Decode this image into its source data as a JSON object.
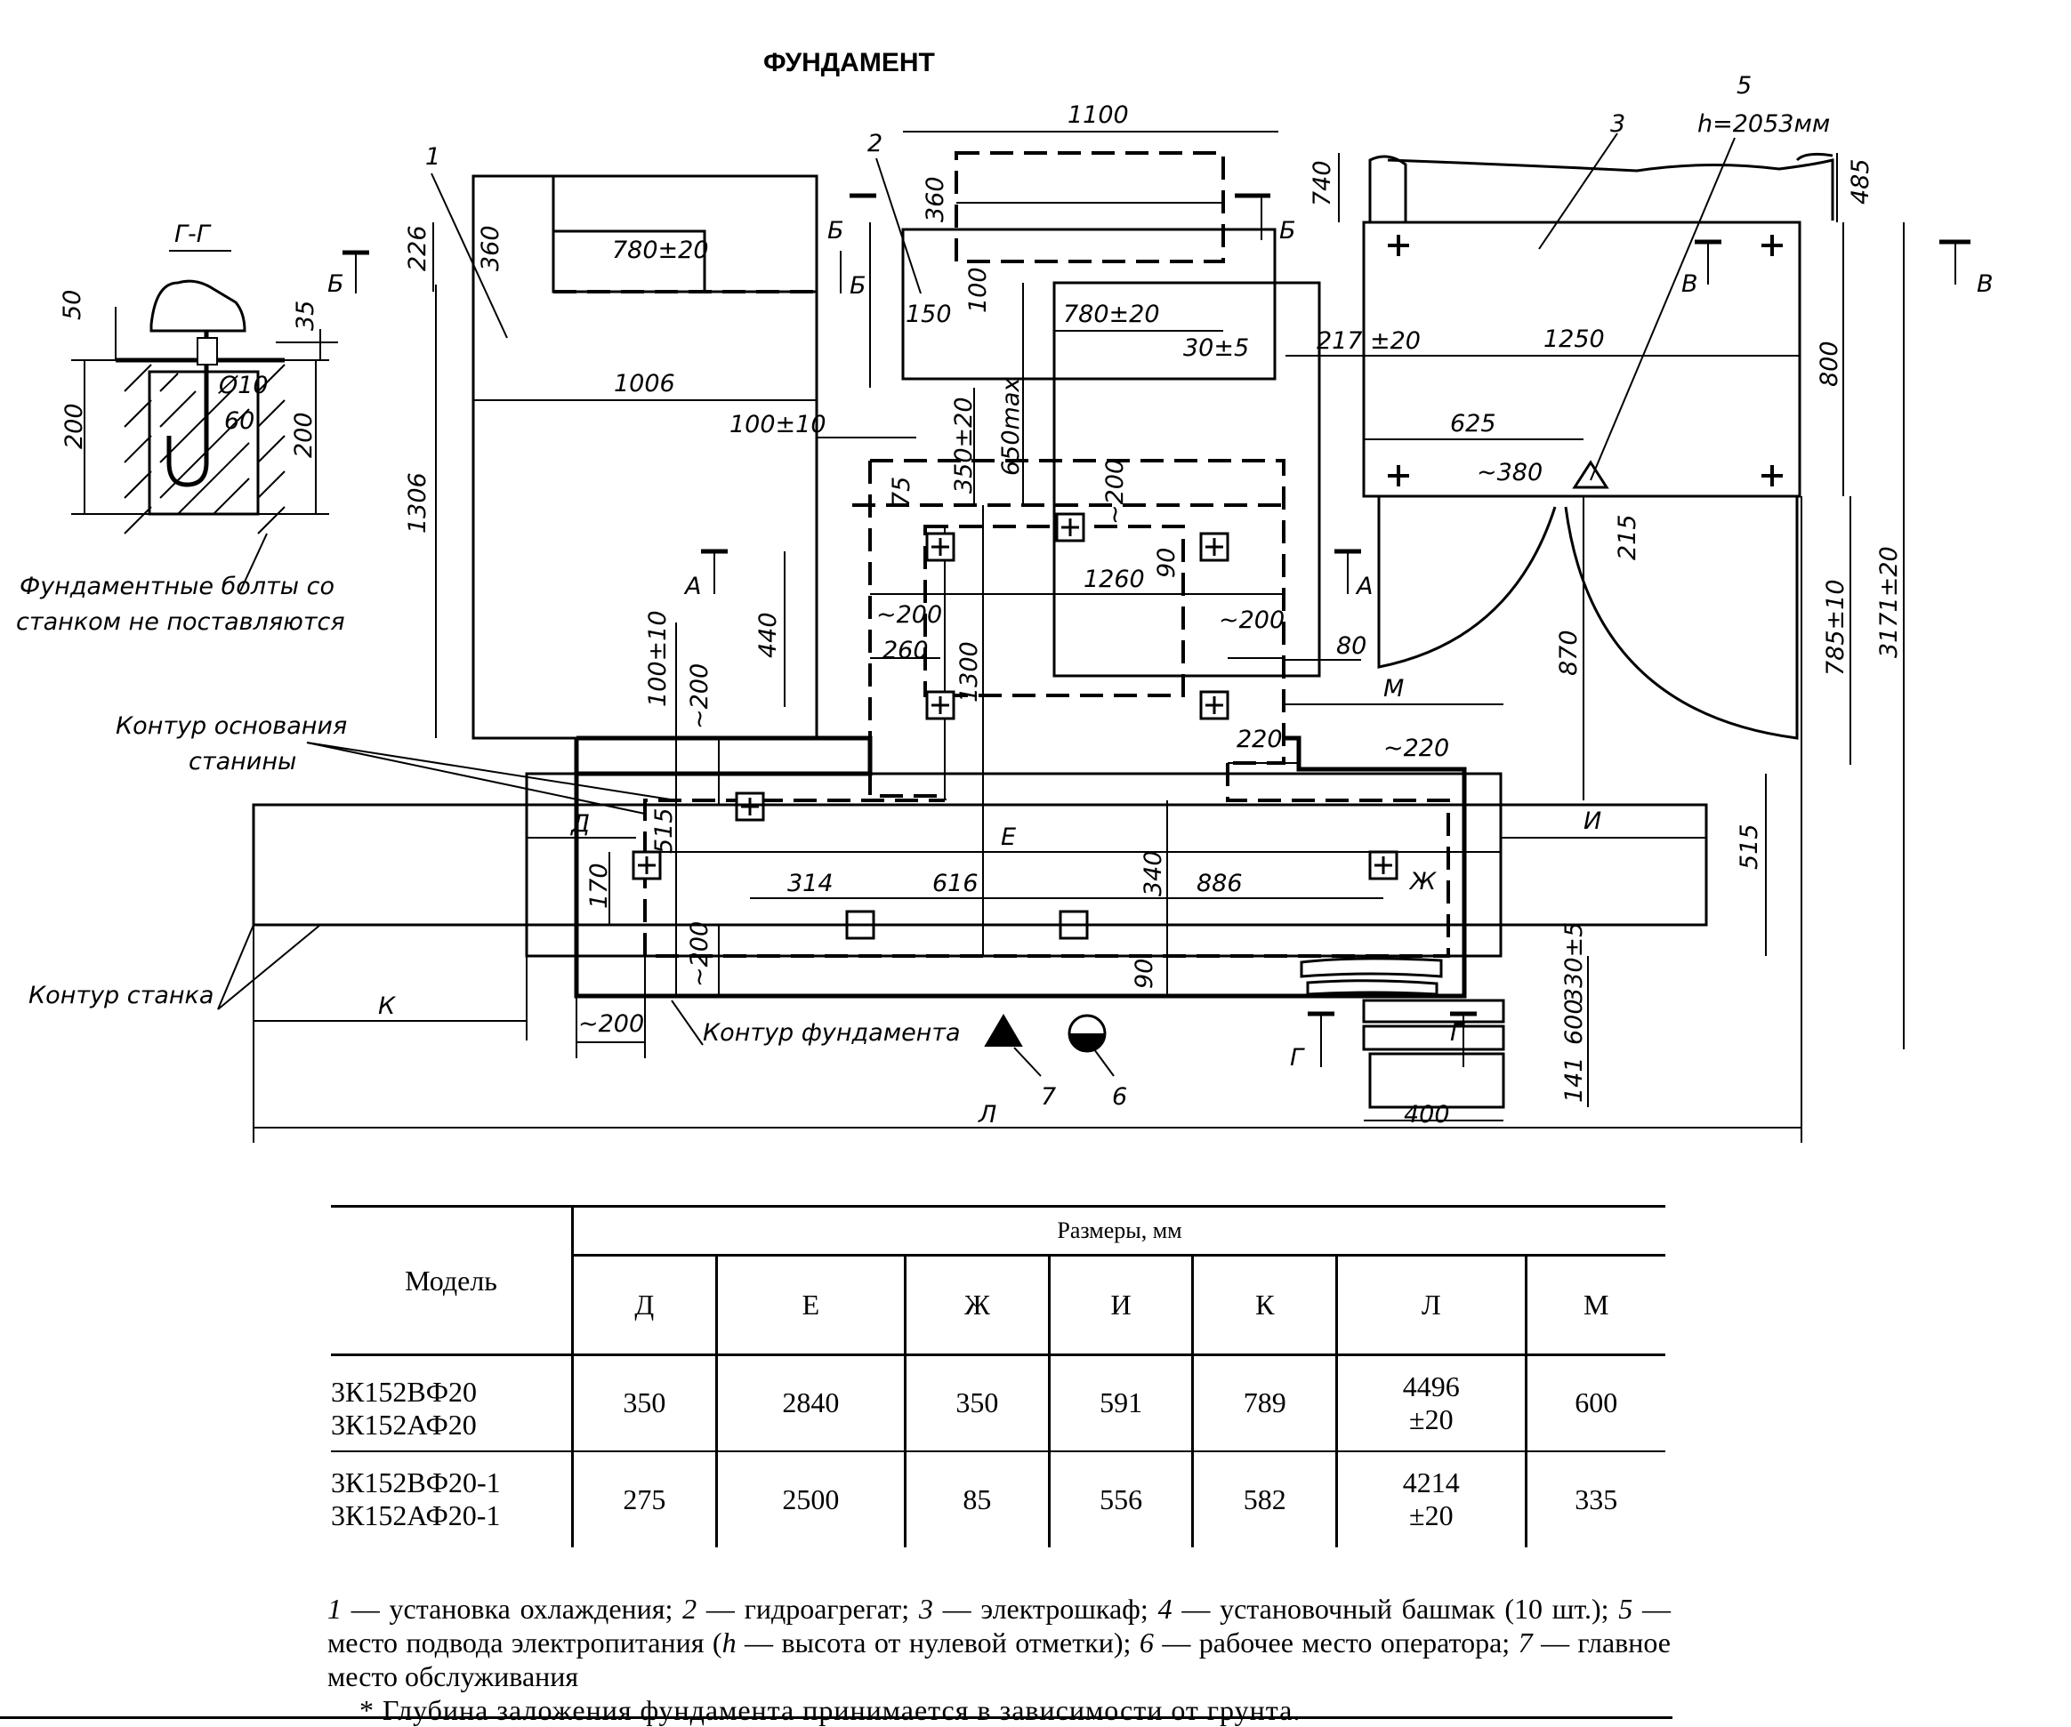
{
  "title": "ФУНДАМЕНТ",
  "section_label": "Г-Г",
  "section_labels": {
    "b": "Б",
    "g": "Г",
    "a": "А",
    "v": "В"
  },
  "item_numbers": [
    "1",
    "2",
    "3",
    "5",
    "6",
    "7"
  ],
  "power_height": "h=2053мм",
  "notes": {
    "bolts_line1": "Фундаментные болты со",
    "bolts_line2": "станком не поставляются",
    "base_contour_line1": "Контур основания",
    "base_contour_line2": "станины",
    "machine_contour": "Контур станка",
    "foundation_contour": "Контур фундамента"
  },
  "dimensions": {
    "d1100": "1100",
    "d360a": "360",
    "d360b": "360",
    "d226": "226",
    "d780a": "780±20",
    "d780b": "780±20",
    "d1006": "1006",
    "d1306": "1306",
    "d150": "150",
    "d100": "100",
    "d30": "30±5",
    "d217": "217",
    "d20": "±20",
    "d1250": "1250",
    "d800": "800",
    "d740": "740",
    "d485": "485",
    "d625": "625",
    "d380": "~380",
    "d215": "215",
    "d870": "870",
    "d785": "785±10",
    "d3171": "3171±20",
    "d100_10": "100±10",
    "d350_20": "350±20",
    "d650": "650max",
    "d75": "75",
    "d200a": "~200",
    "d90a": "90",
    "d1260": "1260",
    "d440": "440",
    "d200b": "~200",
    "d260": "260",
    "d1300": "1300",
    "d200c": "~200",
    "d80": "80",
    "d100_10b": "100±10",
    "d200d": "~200",
    "d220": "220",
    "d220b": "~220",
    "d515a": "515",
    "d170": "170",
    "d314": "314",
    "d616": "616",
    "d340": "340",
    "d886": "886",
    "d515b": "515",
    "d200e": "~200",
    "d90b": "90",
    "d330": "330±5",
    "d600": "600",
    "d141": "141",
    "d400": "400",
    "d200f": "~200",
    "d50": "50",
    "d35": "35",
    "d200g": "200",
    "d200h": "200",
    "d10": "Ø10",
    "d60": "60"
  },
  "letters": {
    "D": "Д",
    "E": "Е",
    "Zh": "Ж",
    "I": "И",
    "K": "К",
    "L": "Л",
    "M": "М"
  },
  "table": {
    "model_header": "Модель",
    "sizes_header": "Размеры, мм",
    "columns": [
      "Д",
      "Е",
      "Ж",
      "И",
      "К",
      "Л",
      "М"
    ],
    "rows": [
      {
        "models": [
          "3К152ВФ20",
          "3К152АФ20"
        ],
        "values": [
          "350",
          "2840",
          "350",
          "591",
          "789",
          "4496",
          "600"
        ],
        "l_tol": "±20"
      },
      {
        "models": [
          "3К152ВФ20-1",
          "3К152АФ20-1"
        ],
        "values": [
          "275",
          "2500",
          "85",
          "556",
          "582",
          "4214",
          "335"
        ],
        "l_tol": "±20"
      }
    ]
  },
  "legend": {
    "n1": "1",
    "t1": " — установка охлаждения; ",
    "n2": "2",
    "t2": " — гидроагрегат; ",
    "n3": "3",
    "t3": " — электрошкаф; ",
    "n4": "4",
    "t4": " — установочный башмак (10 шт.); ",
    "n5": "5",
    "t5": " — место подвода электропитания (",
    "h": "h",
    "t5b": " — высота от нулевой отметки); ",
    "n6": "6",
    "t6": " — рабочее место оператора; ",
    "n7": "7",
    "t7": " — главное место обслуживания",
    "footnote": "* Глубина заложения фундамента принимается в зависимости от грунта."
  }
}
